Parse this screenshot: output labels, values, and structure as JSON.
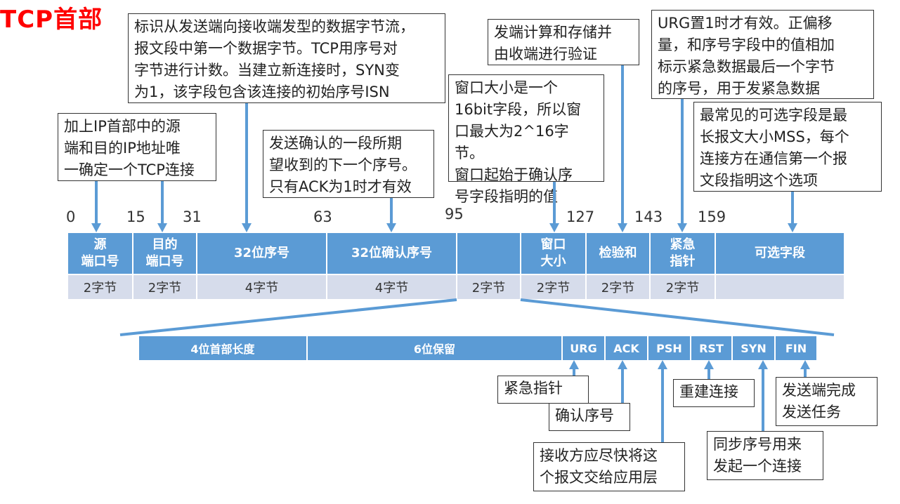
{
  "title": "TCP首部",
  "notes": {
    "ip_pair": "加上IP首部中的源\n端和目的IP地址唯\n一确定一个TCP连接",
    "seq": "标识从发送端向接收端发型的数据字节流，\n报文段中第一个数据字节。TCP用序号对\n字节进行计数。当建立新连接时，SYN变\n为1，该字段包含该连接的初始序号ISN",
    "ack": "发送确认的一段所期\n望收到的下一个序号。\n只有ACK为1时才有效",
    "window": "窗口大小是一个\n16bit字段，所以窗\n口最大为2^16字节。\n窗口起始于确认序\n号字段指明的值",
    "checksum": "发端计算和存储并\n由收端进行验证",
    "urgent": "URG置1时才有效。正偏移\n量，和序号字段中的值相加\n标示紧急数据最后一个字节\n的序号，用于发紧急数据",
    "options": "最常见的可选字段是最\n长报文大小MSS，每个\n连接方在通信第一个报\n文段指明这个选项"
  },
  "ticks": [
    "0",
    "15",
    "31",
    "63",
    "95",
    "127",
    "143",
    "159"
  ],
  "fields": [
    {
      "label": "源\n端口号",
      "size": "2字节"
    },
    {
      "label": "目的\n端口号",
      "size": "2字节"
    },
    {
      "label": "32位序号",
      "size": "4字节"
    },
    {
      "label": "32位确认序号",
      "size": "4字节"
    },
    {
      "label": "",
      "size": "2字节"
    },
    {
      "label": "窗口\n大小",
      "size": "2字节"
    },
    {
      "label": "检验和",
      "size": "2字节"
    },
    {
      "label": "紧急\n指针",
      "size": "2字节"
    },
    {
      "label": "可选字段",
      "size": ""
    }
  ],
  "flags_row": {
    "header_len": "4位首部长度",
    "reserved": "6位保留",
    "flags": [
      "URG",
      "ACK",
      "PSH",
      "RST",
      "SYN",
      "FIN"
    ]
  },
  "flag_notes": {
    "urg": "紧急指针",
    "ack": "确认序号",
    "psh": "接收方应尽快将这\n个报文交给应用层",
    "rst": "重建连接",
    "syn": "同步序号用来\n发起一个连接",
    "fin": "发送端完成\n发送任务"
  },
  "colors": {
    "title": "#ff0000",
    "field": "#5b9bd5",
    "size_row": "#d6dceb",
    "arrow": "#5b9bd5"
  }
}
